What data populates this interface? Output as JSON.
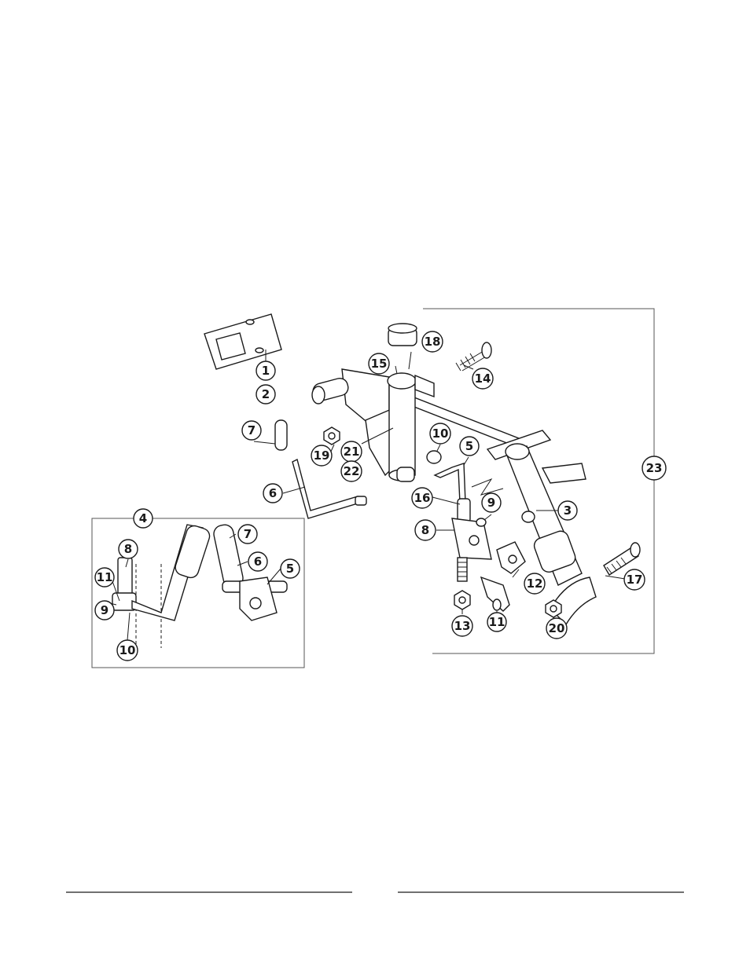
{
  "callouts": {
    "c1": "1",
    "c2": "2",
    "c3": "3",
    "c4": "4",
    "c5": "5",
    "c6": "6",
    "c7": "7",
    "c8": "8",
    "c9": "9",
    "c10": "10",
    "c11": "11",
    "c12": "12",
    "c13": "13",
    "c14": "14",
    "c15": "15",
    "c16": "16",
    "c17": "17",
    "c18": "18",
    "c19": "19",
    "c20": "20",
    "c21": "21",
    "c22": "22",
    "c23": "23",
    "inset_c5": "5",
    "inset_c6": "6",
    "inset_c7": "7",
    "inset_c8": "8",
    "inset_c9": "9",
    "inset_c10": "10",
    "inset_c11": "11"
  },
  "colors": {
    "ink": "#1a1a1a",
    "paper": "#ffffff",
    "frame": "#555555"
  }
}
